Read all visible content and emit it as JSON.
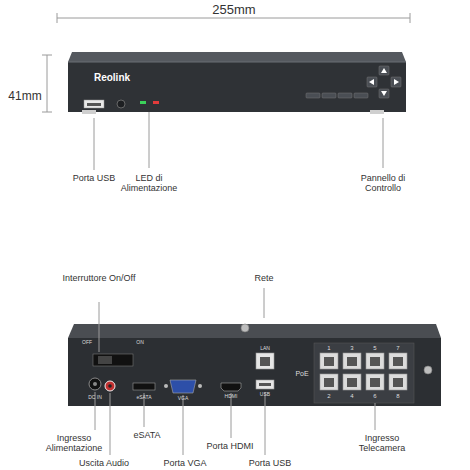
{
  "diagram": {
    "labels": [
      "255mm",
      "41mm",
      "Reolink",
      "Porta USB",
      "LED di Alimentazione",
      "Pannello di Controllo",
      "Interruttore On/Off",
      "Rete",
      "OFF",
      "ON",
      "DC IN",
      "eSATA",
      "VGA",
      "HDMI",
      "LAN",
      "USB",
      "PoE",
      "1",
      "3",
      "5",
      "7",
      "2",
      "4",
      "6",
      "8",
      "Ingresso Alimentazione",
      "Uscita Audio",
      "eSATA",
      "Porta VGA",
      "Porta HDMI",
      "Porta USB",
      "Ingresso Telecamera"
    ]
  }
}
